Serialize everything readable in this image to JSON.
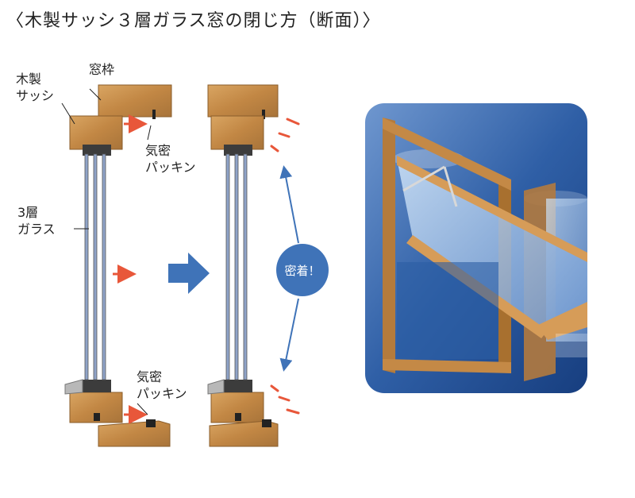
{
  "title": "〈木製サッシ３層ガラス窓の閉じ方（断面）〉",
  "labels": {
    "frame": "窓枠",
    "sash_line1": "木製",
    "sash_line2": "サッシ",
    "packing_top_line1": "気密",
    "packing_top_line2": "パッキン",
    "glass_line1": "3層",
    "glass_line2": "ガラス",
    "packing_bottom_line1": "気密",
    "packing_bottom_line2": "パッキン",
    "seal": "密着！"
  },
  "colors": {
    "wood": "#c9924f",
    "wood_dark": "#9a6a33",
    "glass": "#8fa3c8",
    "arrow_red": "#e8573a",
    "arrow_blue": "#3f73b8",
    "seal_circle": "#3f73b8",
    "sky": "#2f5fa6"
  }
}
